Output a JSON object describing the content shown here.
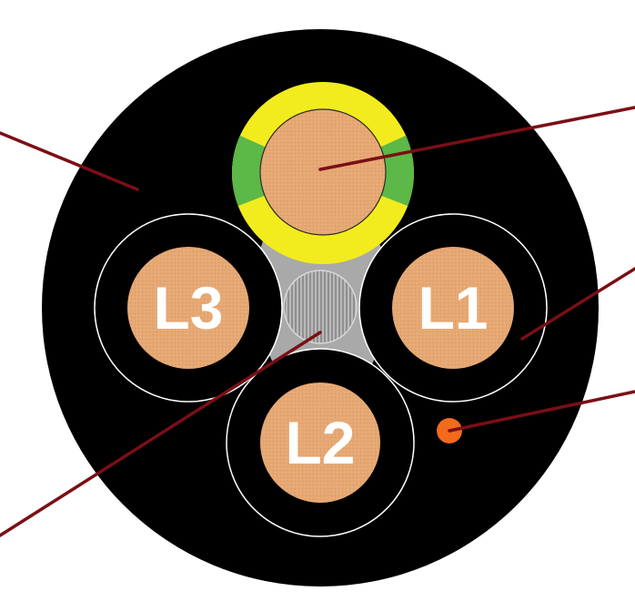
{
  "diagram": {
    "conductors": [
      {
        "id": "L1",
        "label": "L1"
      },
      {
        "id": "L2",
        "label": "L2"
      },
      {
        "id": "L3",
        "label": "L3"
      }
    ]
  },
  "colors": {
    "sheath": "#000000",
    "copper": "#e6a873",
    "insulation_outline": "#ffffff",
    "earth_yellow": "#f2ec1e",
    "earth_green": "#5cb847",
    "filler": "#a8a8a8",
    "center_core": "#b9b9b9",
    "leader_line": "#7a0f16",
    "indicator_dot": "#f26a1b"
  }
}
